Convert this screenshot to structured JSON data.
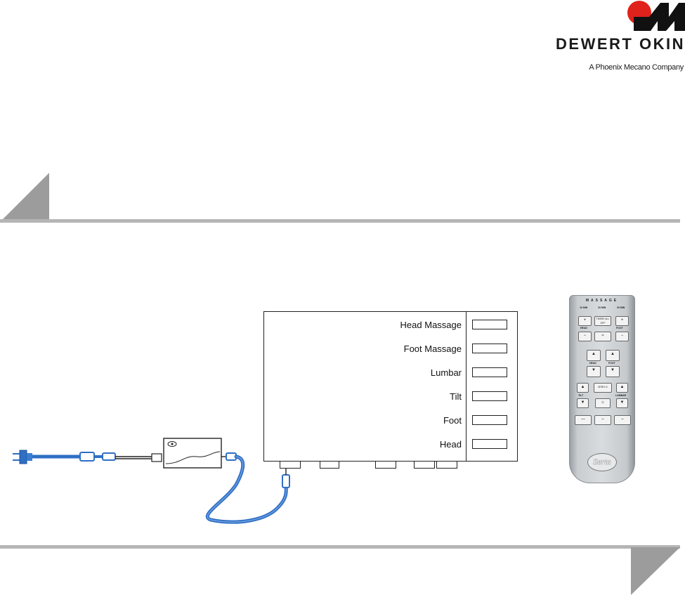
{
  "logo": {
    "name": "DEWERT OKIN",
    "tagline": "A Phoenix Mecano Company",
    "colors": {
      "mark_red": "#e0221c",
      "mark_black": "#111111"
    }
  },
  "control_box": {
    "ports": [
      {
        "label": "Head Massage"
      },
      {
        "label": "Foot Massage"
      },
      {
        "label": "Lumbar"
      },
      {
        "label": "Tilt"
      },
      {
        "label": "Foot"
      },
      {
        "label": "Head"
      }
    ],
    "bottom_port_count": 5
  },
  "cable": {
    "color": "#2f6fc4"
  },
  "remote": {
    "title": "MASSAGE",
    "row_top_labels": [
      "10 MIN",
      "20 MIN",
      "30 MIN"
    ],
    "massage_center": "TIMER/ ALL OFF",
    "head_label": "HEAD",
    "foot_label": "FOOT",
    "head_label_2": "HEAD",
    "foot_label_2": "FOOT",
    "zero_g": "ZERO G",
    "tilt_label": "TILT",
    "lumbar_label": "LUMBAR",
    "brand": "Serta"
  }
}
